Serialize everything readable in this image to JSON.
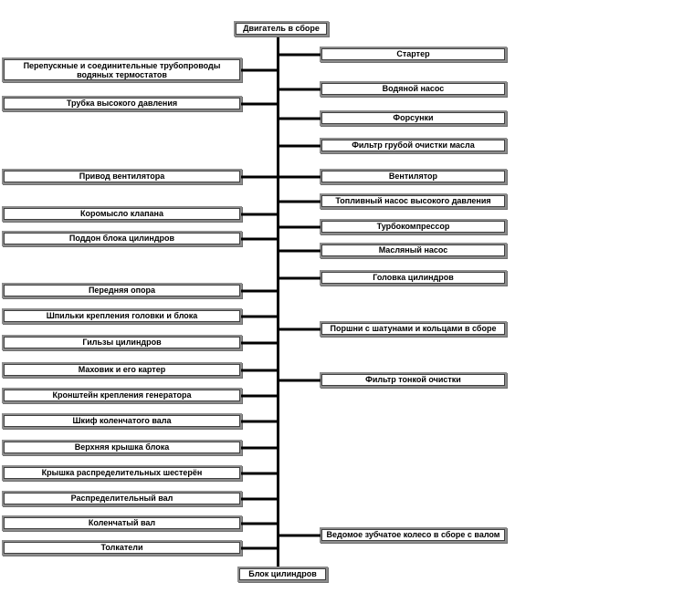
{
  "diagram": {
    "root_label": "Двигатель в сборе",
    "bottom_label": "Блок цилиндров",
    "left_items": [
      "Перепускные и соединительные трубопроводы водяных термостатов",
      "Трубка высокого давления",
      "Привод вентилятора",
      "Коромысло клапана",
      "Поддон блока цилиндров",
      "Передняя опора",
      "Шпильки крепления головки и блока",
      "Гильзы цилиндров",
      "Маховик и его картер",
      "Кронштейн крепления генератора",
      "Шкиф коленчатого вала",
      "Верхняя крышка блока",
      "Крышка распределительных шестерён",
      "Распределительный вал",
      "Коленчатый вал",
      "Толкатели"
    ],
    "right_items": [
      "Стартер",
      "Водяной насос",
      "Форсунки",
      "Фильтр грубой очистки масла",
      "Вентилятор",
      "Топливный насос высокого давления",
      "Турбокомпрессор",
      "Масляный насос",
      "Головка цилиндров",
      "Поршни с шатунами и кольцами в сборе",
      "Фильтр тонкой очистки",
      "Ведомое зубчатое колесо в сборе с валом"
    ],
    "colors": {
      "line": "#000000",
      "box_border_outer": "#8c8c8c",
      "box_border_inner": "#3f3f3f",
      "box_fill": "#ffffff",
      "text": "#000000",
      "background": "#ffffff"
    }
  }
}
